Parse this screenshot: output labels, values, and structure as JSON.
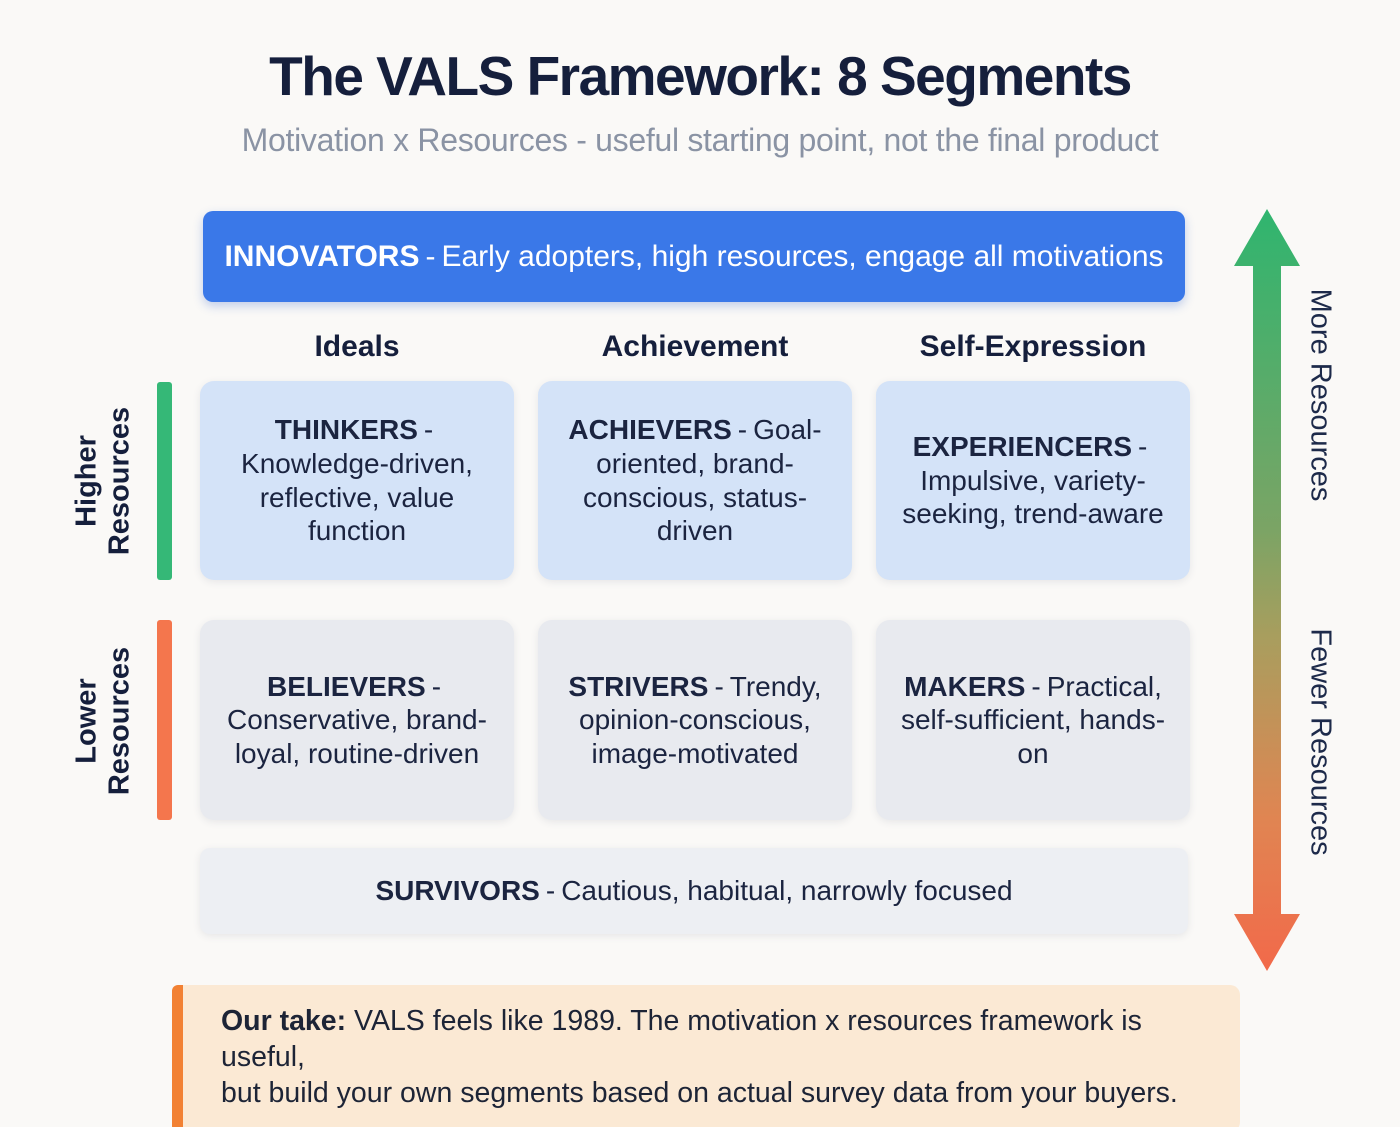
{
  "title": "The VALS Framework: 8 Segments",
  "subtitle": "Motivation x Resources - useful starting point, not the final product",
  "sep": "-",
  "innovators": {
    "name": "INNOVATORS",
    "desc": "Early adopters, high resources, engage all motivations"
  },
  "columns": [
    "Ideals",
    "Achievement",
    "Self-Expression"
  ],
  "segments": [
    {
      "name": "THINKERS",
      "desc": "Knowledge-driven, reflective, value function"
    },
    {
      "name": "ACHIEVERS",
      "desc": "Goal-oriented, brand-conscious, status-driven"
    },
    {
      "name": "EXPERIENCERS",
      "desc": "Impulsive, variety-seeking, trend-aware"
    },
    {
      "name": "BELIEVERS",
      "desc": "Conservative, brand-loyal, routine-driven"
    },
    {
      "name": "STRIVERS",
      "desc": "Trendy, opinion-conscious, image-motivated"
    },
    {
      "name": "MAKERS",
      "desc": "Practical, self-sufficient, hands-on"
    }
  ],
  "survivors": {
    "name": "SURVIVORS",
    "desc": "Cautious, habitual, narrowly focused"
  },
  "axes": {
    "left_high": "Higher\nResources",
    "left_low": "Lower\nResources",
    "right_top": "More Resources",
    "right_bottom": "Fewer Resources"
  },
  "note": {
    "label": "Our take:",
    "line1": "VALS feels like 1989. The motivation x resources framework is useful,",
    "line2": "but build your own segments based on actual survey data from your buyers."
  },
  "colors": {
    "innovators_blue": "#3a78e8",
    "high_resource_box": "#d4e3f8",
    "low_resource_box": "#e8eaef",
    "survivors_bar": "#edeff3",
    "green": "#35b877",
    "orange": "#f4764d",
    "note_bg": "#fbe9d4",
    "note_border": "#f28133",
    "heading_navy": "#151f3c",
    "subtitle_gray": "#8a93a4"
  }
}
